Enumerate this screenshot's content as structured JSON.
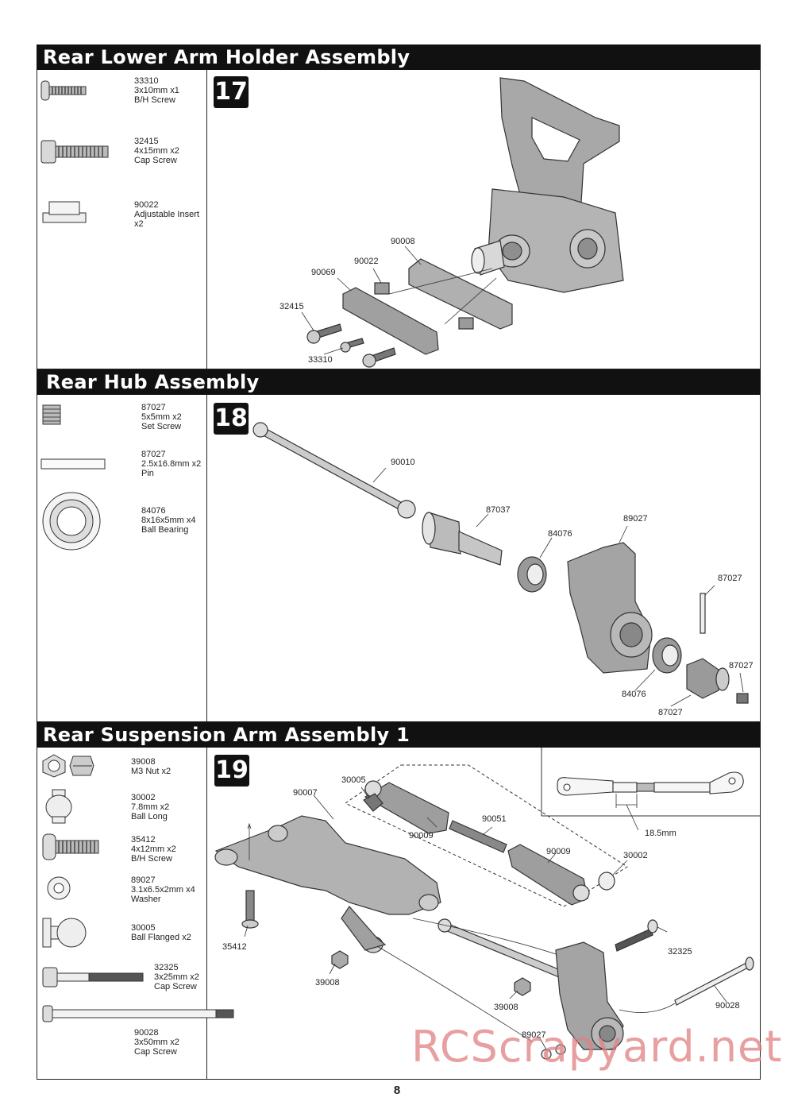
{
  "sections": [
    {
      "title": "Rear Lower Arm Holder Assembly",
      "step": "17",
      "parts": [
        {
          "code": "33310",
          "desc": "3x10mm x1",
          "type": "B/H Screw",
          "icon": "button-head-screw-icon"
        },
        {
          "code": "32415",
          "desc": "4x15mm x2",
          "type": "Cap Screw",
          "icon": "cap-screw-icon"
        },
        {
          "code": "90022",
          "desc": "Adjustable Insert",
          "type": "x2",
          "icon": "adjustable-insert-icon"
        }
      ],
      "labels": [
        "90008",
        "90022",
        "90069",
        "32415",
        "33310"
      ]
    },
    {
      "title": "Rear Hub Assembly",
      "step": "18",
      "parts": [
        {
          "code": "87027",
          "desc": "5x5mm x2",
          "type": "Set Screw",
          "icon": "set-screw-icon"
        },
        {
          "code": "87027",
          "desc": "2.5x16.8mm x2",
          "type": "Pin",
          "icon": "pin-icon"
        },
        {
          "code": "84076",
          "desc": "8x16x5mm x4",
          "type": "Ball Bearing",
          "icon": "ball-bearing-icon"
        }
      ],
      "labels": [
        "90010",
        "87037",
        "84076",
        "89027",
        "87027",
        "87027",
        "84076",
        "87027"
      ]
    },
    {
      "title": "Rear Suspension Arm Assembly 1",
      "step": "19",
      "parts": [
        {
          "code": "39008",
          "desc": "M3 Nut x2",
          "type": "",
          "icon": "nut-icon"
        },
        {
          "code": "30002",
          "desc": "7.8mm x2",
          "type": "Ball Long",
          "icon": "ball-long-icon"
        },
        {
          "code": "35412",
          "desc": "4x12mm x2",
          "type": "B/H Screw",
          "icon": "button-head-screw-icon"
        },
        {
          "code": "89027",
          "desc": "3.1x6.5x2mm x4",
          "type": "Washer",
          "icon": "washer-icon"
        },
        {
          "code": "30005",
          "desc": "Ball Flanged x2",
          "type": "",
          "icon": "ball-flanged-icon"
        },
        {
          "code": "32325",
          "desc": "3x25mm x2",
          "type": "Cap Screw",
          "icon": "cap-screw-icon"
        },
        {
          "code": "90028",
          "desc": "3x50mm x2",
          "type": "Cap Screw",
          "icon": "long-cap-screw-icon"
        }
      ],
      "labels": [
        "30005",
        "90007",
        "90009",
        "90051",
        "90009",
        "30002",
        "35412",
        "39008",
        "32325",
        "39008",
        "90028",
        "89027"
      ],
      "inset_label": "18.5mm"
    }
  ],
  "page_number": "8",
  "watermark": "RCScrapyard.net"
}
